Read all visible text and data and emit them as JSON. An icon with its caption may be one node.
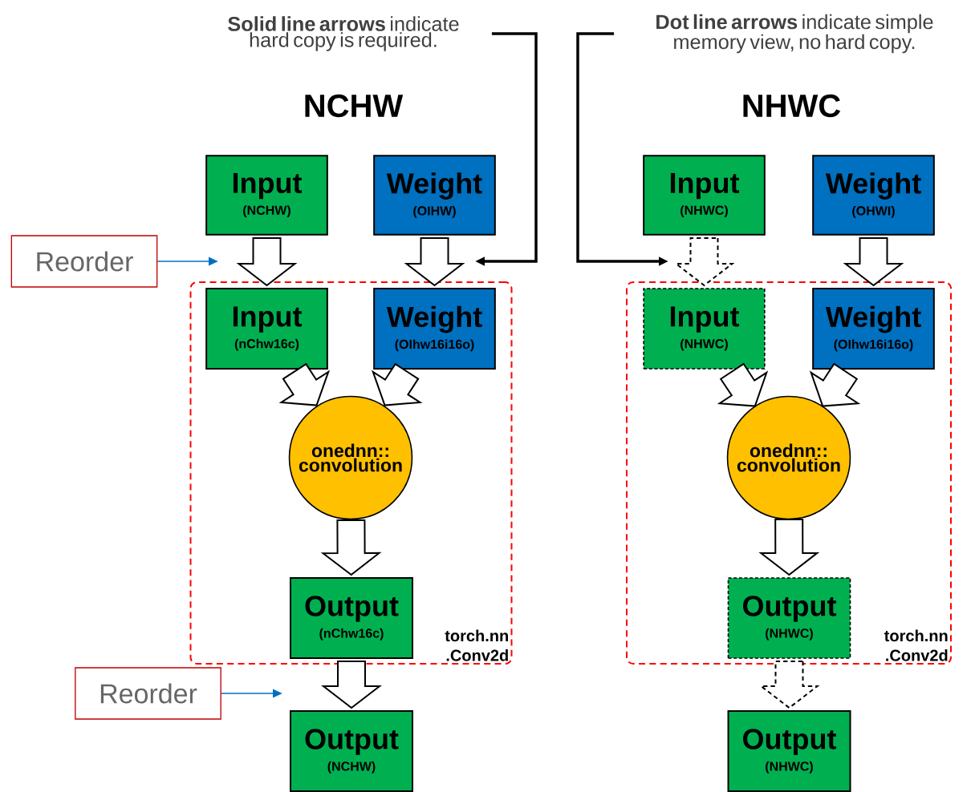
{
  "diagram": {
    "nodes": [
      {
        "text": [
          "**Solid line arrows** indicate hard copy is required."
        ]
      },
      {
        "text": [
          "**Dot line arrows** indicate simple memory view, no hard copy."
        ]
      },
      {
        "text": [
          "Input",
          "(NCHW)"
        ]
      },
      {
        "text": [
          "Weight",
          "(OIHW)"
        ]
      },
      {
        "text": [
          "Reorder"
        ]
      },
      {
        "text": [
          "torch.nn .Conv2d"
        ]
      },
      {
        "text": [
          "Input",
          "(nChw16c)"
        ],
        "in": 5
      },
      {
        "text": [
          "Weight",
          "(OIhw16i16o)"
        ],
        "in": 5
      },
      {
        "text": [
          "onednn:: convolution"
        ],
        "in": 5
      },
      {
        "text": [
          "Output",
          "(nChw16c)"
        ],
        "in": 5
      },
      {
        "text": [
          "Reorder"
        ]
      },
      {
        "text": [
          "Output",
          "(NCHW)"
        ]
      },
      {
        "text": [
          "Input",
          "(NHWC)"
        ]
      },
      {
        "text": [
          "Weight",
          "(OHWI)"
        ]
      },
      {
        "text": [
          "torch.nn .Conv2d"
        ]
      },
      {
        "text": [
          "Input",
          "(NHWC)"
        ],
        "in": 14
      },
      {
        "text": [
          "Weight",
          "(OIhw16i16o)"
        ],
        "in": 14
      },
      {
        "text": [
          "onednn:: convolution"
        ],
        "in": 14
      },
      {
        "text": [
          "Output",
          "(NHWC)"
        ],
        "in": 14
      },
      {
        "text": [
          "Output",
          "(NHWC)"
        ]
      }
    ],
    "edges": [
      {
        "from": 2,
        "to": 6,
        "arrow": "to"
      },
      {
        "from": 3,
        "to": 7,
        "arrow": "to"
      },
      {
        "from": 6,
        "to": 8,
        "arrow": "to"
      },
      {
        "from": 7,
        "to": 8,
        "arrow": "to"
      },
      {
        "from": 8,
        "to": 9,
        "arrow": "to"
      },
      {
        "from": 9,
        "to": 11,
        "arrow": "to"
      },
      {
        "from": 12,
        "to": 15,
        "arrow": "to",
        "style": "dashed"
      },
      {
        "from": 13,
        "to": 16,
        "arrow": "to"
      },
      {
        "from": 15,
        "to": 17,
        "arrow": "to"
      },
      {
        "from": 16,
        "to": 17,
        "arrow": "to"
      },
      {
        "from": 17,
        "to": 18,
        "arrow": "to"
      },
      {
        "from": 18,
        "to": 19,
        "arrow": "to",
        "style": "dashed"
      },
      {
        "from": 0,
        "to": null,
        "arrow": "to",
        "style": "thick"
      },
      {
        "from": 1,
        "to": null,
        "arrow": "to",
        "style": "thick"
      },
      {
        "from": 4,
        "to": null,
        "arrow": "to",
        "color": "#0070c0"
      },
      {
        "from": 10,
        "to": null,
        "arrow": "to",
        "color": "#0070c0"
      }
    ],
    "labels": [
      "NCHW",
      "NHWC"
    ]
  }
}
